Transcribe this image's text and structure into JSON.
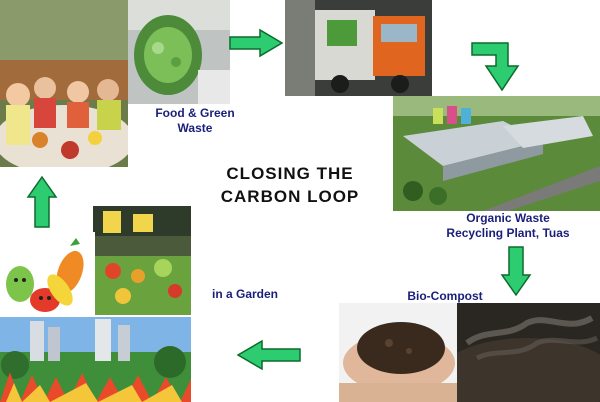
{
  "title": {
    "line1": "CLOSING THE",
    "line2": "CARBON LOOP"
  },
  "labels": {
    "food_waste": {
      "line1": "Food & Green",
      "line2": "Waste"
    },
    "recycling_plant": {
      "line1": "Organic Waste",
      "line2": "Recycling Plant, Tuas"
    },
    "bio_compost": "Bio-Compost",
    "garden": "in a Garden"
  },
  "colors": {
    "arrow_fill": "#2ecc71",
    "arrow_stroke": "#0b6b2c",
    "label_text": "#1a1f7a",
    "title_text": "#111111"
  },
  "images": {
    "family_meal": "photo-family-dining",
    "food_waste_bin": "photo-food-waste-bin",
    "garbage_truck": "photo-garbage-truck",
    "recycling_plant": "photo-recycling-plant-aerial",
    "compost_hands": "photo-compost-in-hands",
    "compost_closeup": "photo-compost-closeup",
    "market": "photo-vegetable-market",
    "fruit_cartoon": "illustration-cartoon-fruits",
    "city_garden": "photo-city-garden"
  }
}
